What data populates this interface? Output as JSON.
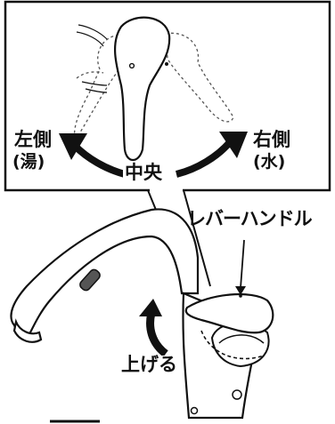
{
  "colors": {
    "ink": "#111111",
    "paper": "#ffffff",
    "dashed": "#555555"
  },
  "labels": {
    "left_side": "左側",
    "left_side_note": "(湯)",
    "center": "中央",
    "right_side": "右側",
    "right_side_note": "(水)",
    "lever_handle": "レバーハンドル",
    "lift_up": "上げる"
  }
}
